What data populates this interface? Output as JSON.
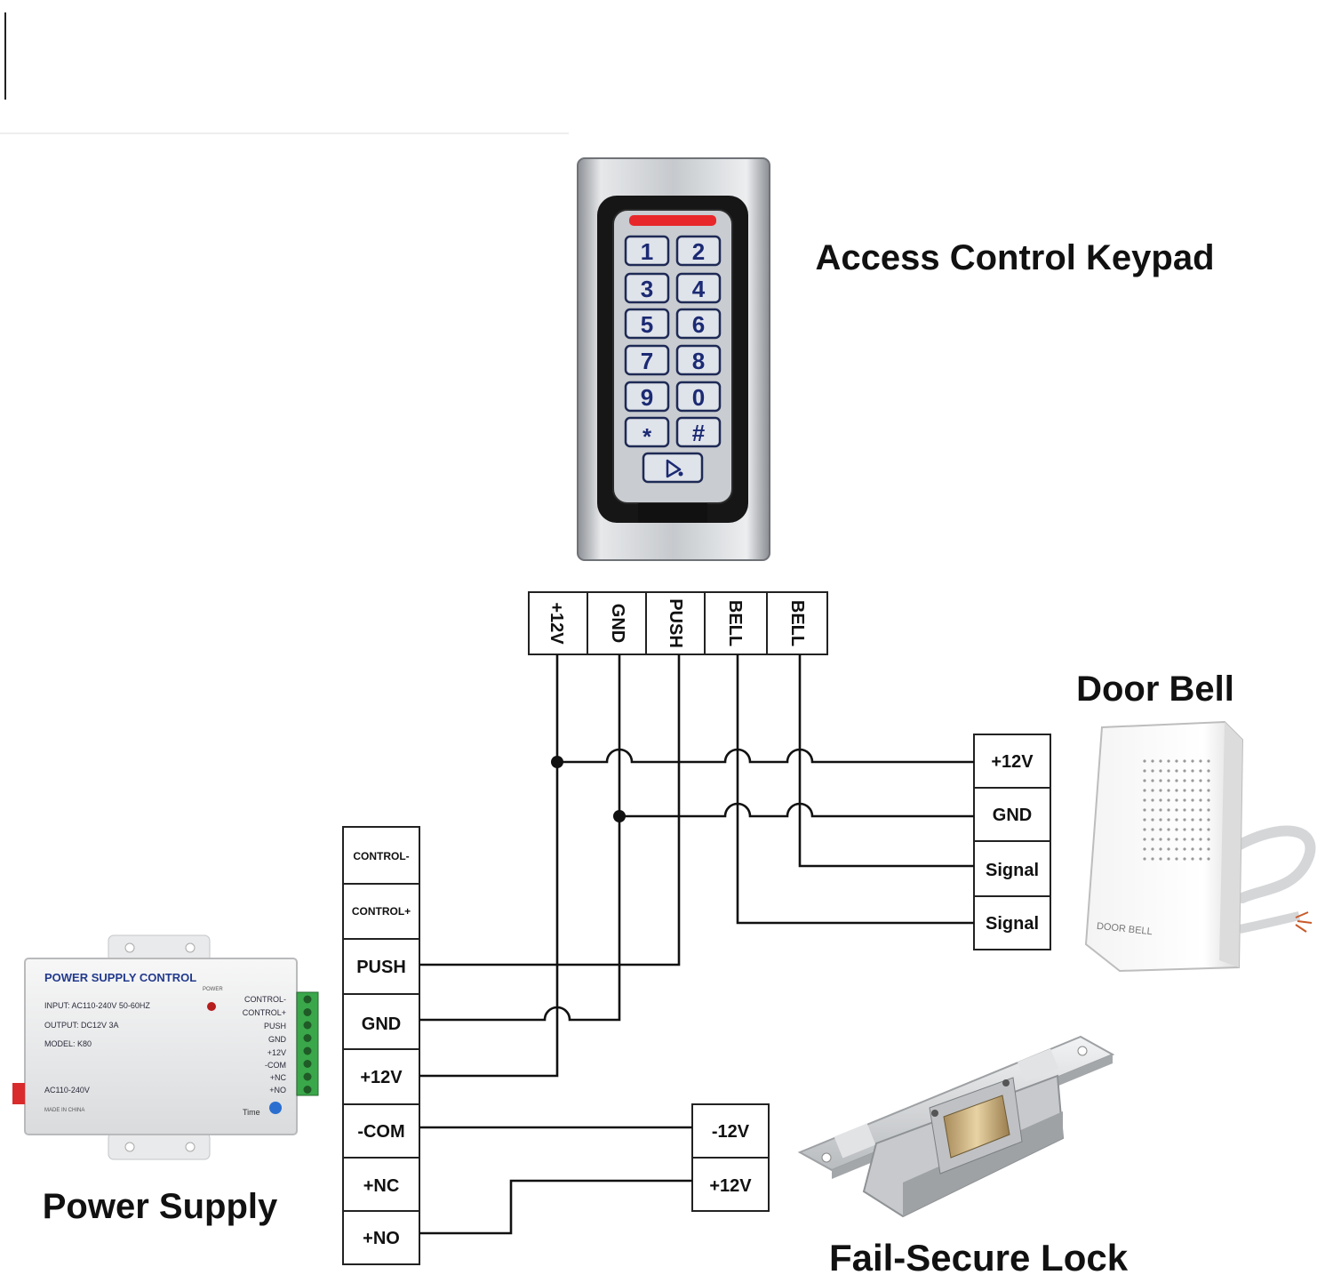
{
  "titles": {
    "keypad": "Access Control Keypad",
    "doorbell": "Door Bell",
    "power_supply": "Power Supply",
    "lock": "Fail-Secure Lock"
  },
  "keypad": {
    "terminals": [
      "+12V",
      "GND",
      "PUSH",
      "BELL",
      "BELL"
    ],
    "keys": [
      "1",
      "2",
      "3",
      "4",
      "5",
      "6",
      "7",
      "8",
      "9",
      "0",
      "*",
      "#"
    ],
    "indicator_color": "#e8272a",
    "key_text_color": "#1b2a73",
    "bell_key_icon": "bell-icon"
  },
  "doorbell": {
    "terminals": [
      "+12V",
      "GND",
      "Signal",
      "Signal"
    ],
    "device_label": "DOOR BELL"
  },
  "power_supply": {
    "terminals": [
      "CONTROL-",
      "CONTROL+",
      "PUSH",
      "GND",
      "+12V",
      "-COM",
      "+NC",
      "+NO"
    ],
    "device": {
      "header": "POWER SUPPLY CONTROL",
      "input": "INPUT: AC110-240V 50-60HZ",
      "output": "OUTPUT: DC12V 3A",
      "model": "MODEL: K80",
      "ac_label": "AC110-240V",
      "made_in": "MADE IN CHINA",
      "power_label": "POWER",
      "time_label": "Time",
      "side_labels": [
        "CONTROL-",
        "CONTROL+",
        "PUSH",
        "GND",
        "+12V",
        "-COM",
        "+NC",
        "+NO"
      ]
    }
  },
  "lock": {
    "terminals": [
      "-12V",
      "+12V"
    ]
  }
}
